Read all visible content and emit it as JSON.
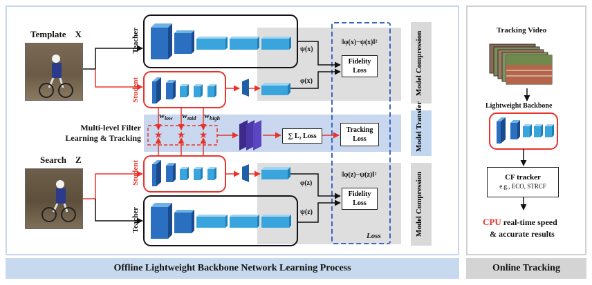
{
  "left_panel": {
    "bottom_title": "Offline Lightweight Backbone Network Learning Process",
    "template_label": "Template",
    "template_symbol": "X",
    "search_label": "Search",
    "search_symbol": "Z",
    "teacher_top": "Teacher",
    "student_top": "Student",
    "student_bottom": "Student",
    "teacher_bottom": "Teacher",
    "multilevel_line1": "Multi-level Filter",
    "multilevel_line2": "Learning & Tracking",
    "w_low_base": "w",
    "w_low_sub": "low",
    "w_mid_base": "w",
    "w_mid_sub": "mid",
    "w_high_base": "w",
    "w_high_sub": "high",
    "psi_x": "ψ(x)",
    "phi_x": "φ(x)",
    "phi_z": "φ(z)",
    "psi_z": "ψ(z)",
    "norm_top": "‖φ(x)−ψ(x)‖²",
    "norm_bottom": "‖φ(z)−ψ(z)‖²",
    "fidelity_1": "Fidelity",
    "fidelity_2": "Loss",
    "tracking_1": "Tracking",
    "tracking_2": "Loss",
    "sum_loss": "∑ L₂ Loss",
    "loss_label": "Loss",
    "side_top": "Model Compression",
    "side_mid": "Model Transfer",
    "side_bottom": "Model Compression"
  },
  "right_panel": {
    "bottom_title": "Online Tracking",
    "tracking_video": "Tracking Video",
    "backbone": "Lightweight Backbone",
    "cf_title": "CF tracker",
    "cf_sub": "e.g.,  ECO, STRCF",
    "cpu": "CPU",
    "realtime": "real-time speed",
    "accurate": "& accurate results"
  },
  "colors": {
    "red": "#e8332a",
    "navy": "#1f5fa8",
    "cyan": "#3aa5dc",
    "blue_band": "#c9d8ee",
    "gray_band": "#dedede",
    "side_gray": "#d9d9d9",
    "side_blue": "#c3d6ef",
    "panel_border": "#b8cbe3",
    "dashed_blue": "#3a63c4"
  }
}
